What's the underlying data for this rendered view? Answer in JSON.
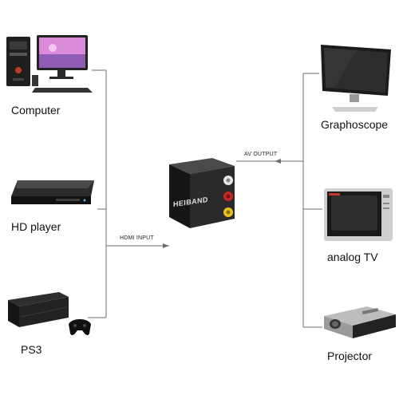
{
  "sources": {
    "computer": {
      "label": "Computer",
      "icon": "desktop-computer-icon"
    },
    "hd_player": {
      "label": "HD player",
      "icon": "hd-media-player-icon"
    },
    "ps3": {
      "label": "PS3",
      "icon": "game-console-icon"
    }
  },
  "outputs": {
    "graphoscope": {
      "label": "Graphoscope",
      "icon": "flat-monitor-icon"
    },
    "analog_tv": {
      "label": "analog TV",
      "icon": "crt-tv-icon"
    },
    "projector": {
      "label": "Projector",
      "icon": "projector-icon"
    }
  },
  "converter": {
    "brand": "HEIBAND",
    "icon": "hdmi-to-av-converter-icon"
  },
  "connections": {
    "input_label": "HDMI INPUT",
    "output_label": "AV OUTPUT"
  },
  "colors": {
    "wire": "#6e6e6e",
    "device_dark": "#1c1c1c",
    "rca_yellow": "#e6c21a",
    "rca_red": "#c62828",
    "rca_white": "#e8e8e8"
  }
}
